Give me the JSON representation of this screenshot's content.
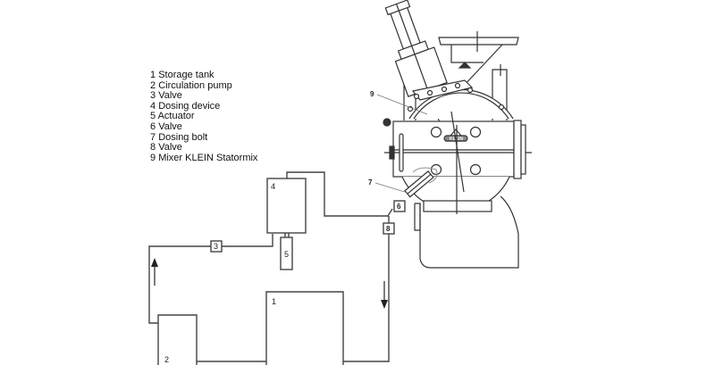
{
  "legend": {
    "items": [
      {
        "num": "1",
        "label": "Storage tank"
      },
      {
        "num": "2",
        "label": "Circulation pump"
      },
      {
        "num": "3",
        "label": "Valve"
      },
      {
        "num": "4",
        "label": "Dosing device"
      },
      {
        "num": "5",
        "label": "Actuator"
      },
      {
        "num": "6",
        "label": "Valve"
      },
      {
        "num": "7",
        "label": "Dosing bolt"
      },
      {
        "num": "8",
        "label": "Valve"
      },
      {
        "num": "9",
        "label": "Mixer KLEIN Statormix"
      }
    ]
  },
  "diagram": {
    "components": {
      "storage_tank": "1",
      "circulation_pump": "2",
      "valve_3": "3",
      "dosing_device": "4",
      "actuator": "5",
      "valve_6": "6",
      "dosing_bolt": "7",
      "valve_8": "8",
      "mixer": "9"
    },
    "brand_mark": "KLEIN",
    "flow_arrows": [
      "up",
      "down"
    ]
  }
}
